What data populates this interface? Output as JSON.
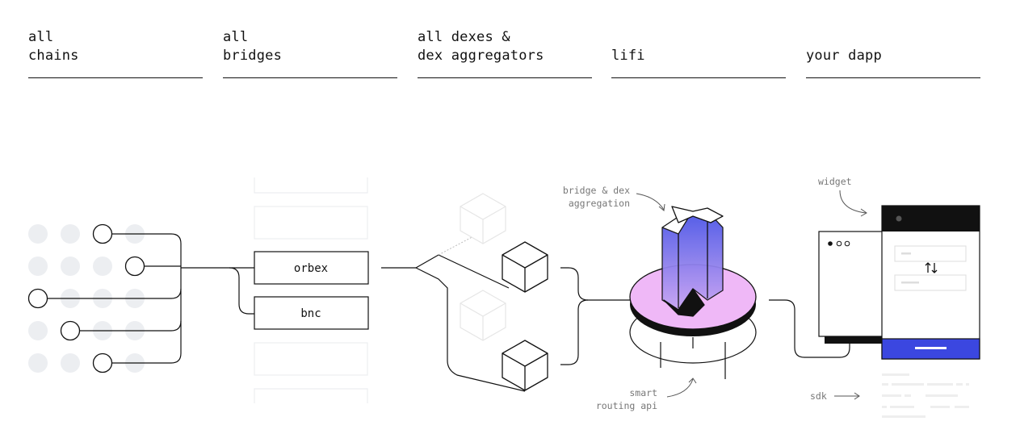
{
  "columns": [
    {
      "line1": "all",
      "line2": "chains"
    },
    {
      "line1": "all",
      "line2": "bridges"
    },
    {
      "line1": "all dexes &",
      "line2": "dex aggregators"
    },
    {
      "line1": "",
      "line2": "lifi"
    },
    {
      "line1": "",
      "line2": "your dapp"
    }
  ],
  "bridges": {
    "first": "orbex",
    "second": "bnc"
  },
  "annotations": {
    "aggregation_line1": "bridge & dex",
    "aggregation_line2": "aggregation",
    "routing_line1": "smart",
    "routing_line2": "routing api",
    "widget": "widget",
    "sdk": "sdk"
  },
  "widget": {
    "swap_icon": "swap-arrows-icon"
  },
  "colors": {
    "accent_blue": "#3b47e0",
    "disc_pink": "#efb8f7",
    "prism_violet": "#8d73f0"
  }
}
